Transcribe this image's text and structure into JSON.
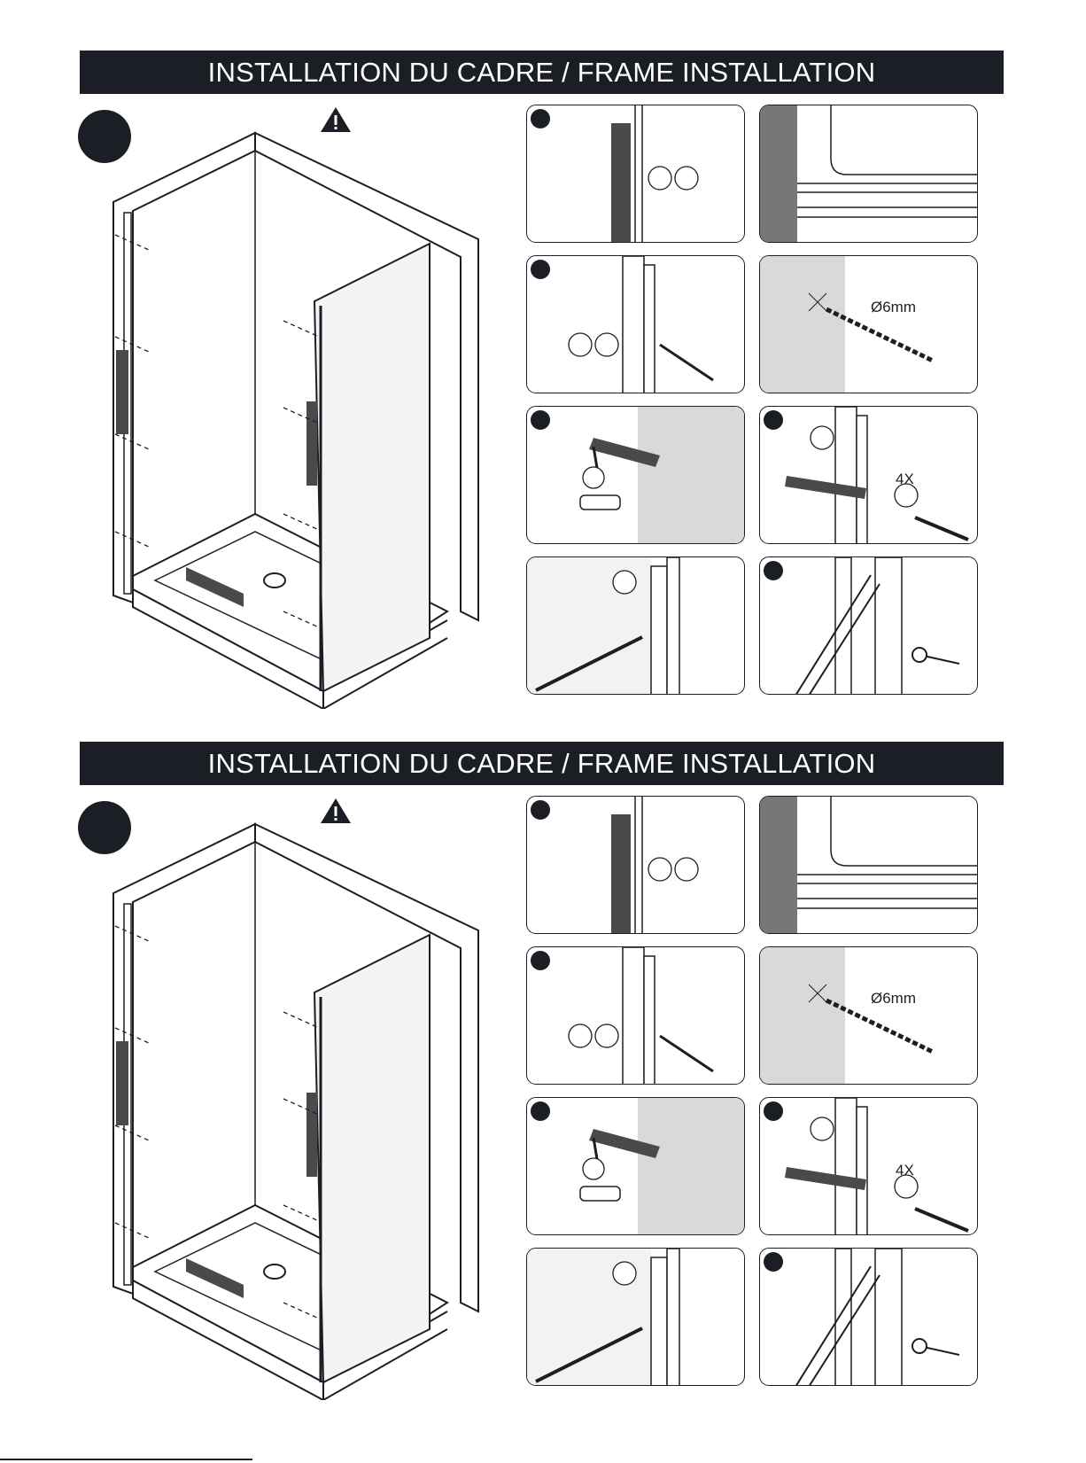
{
  "sections": [
    {
      "banner": "INSTALLATION DU CADRE / FRAME INSTALLATION",
      "panels": {
        "drill": {
          "text": "Ø6mm"
        },
        "screw": {
          "text": "4X"
        }
      }
    },
    {
      "banner": "INSTALLATION DU CADRE / FRAME INSTALLATION",
      "panels": {
        "drill": {
          "text": "Ø6mm"
        },
        "screw": {
          "text": "4X"
        }
      }
    }
  ],
  "icons": {
    "warning": "warning-triangle-icon",
    "step": "step-number-circle",
    "numbered": "empty-number-circle"
  },
  "colors": {
    "banner_bg": "#1c1e26",
    "banner_text": "#ffffff",
    "wall_shade": "#d9d9d9",
    "dark_part": "#4a4a4a"
  }
}
